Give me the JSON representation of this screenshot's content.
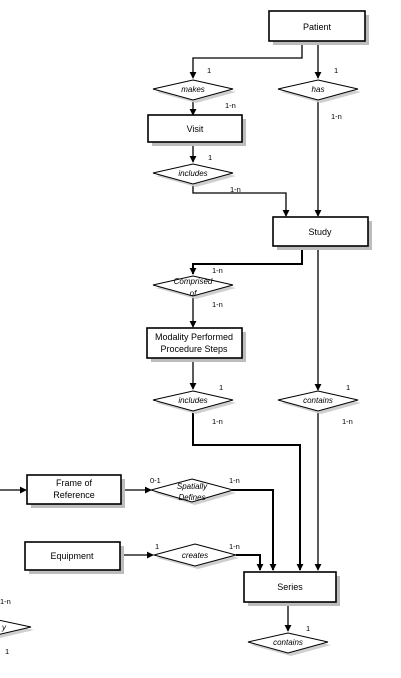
{
  "entities": {
    "patient": "Patient",
    "visit": "Visit",
    "study": "Study",
    "mpps_line1": "Modality Performed",
    "mpps_line2": "Procedure Steps",
    "frame_line1": "Frame of",
    "frame_line2": "Reference",
    "equipment": "Equipment",
    "series": "Series"
  },
  "relationships": {
    "makes": "makes",
    "has": "has",
    "includes_visit": "includes",
    "comprised_line1": "Comprised",
    "comprised_line2": "of",
    "includes_mpps": "includes",
    "contains_study": "contains",
    "spatially_line1": "Spatially",
    "spatially_line2": "Defines",
    "creates": "creates",
    "contains_series": "contains",
    "partial_left": "y"
  },
  "cardinalities": {
    "makes_top": "1",
    "makes_bottom": "1-n",
    "has_top": "1",
    "has_bottom": "1-n",
    "visit_includes_top": "1",
    "visit_includes_bottom": "1-n",
    "comprised_top": "1-n",
    "comprised_bottom": "1-n",
    "mpps_includes_top": "1",
    "mpps_includes_bottom": "1-n",
    "contains_top": "1",
    "contains_bottom": "1-n",
    "spatially_left": "0-1",
    "spatially_right": "1-n",
    "creates_left": "1",
    "creates_right": "1-n",
    "series_contains_top": "1",
    "left_partial_top": "1-n",
    "left_partial_bottom": "1"
  }
}
